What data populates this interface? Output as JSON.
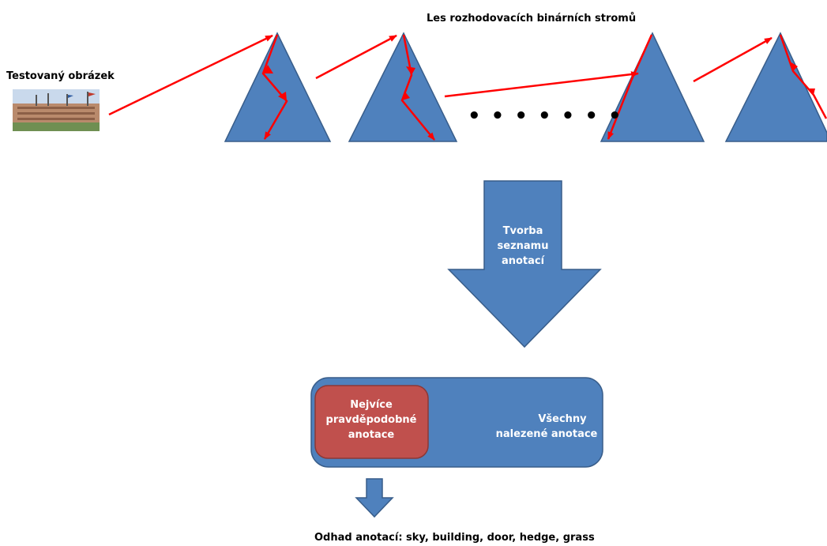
{
  "title": "Les rozhodovacích binárních stromů",
  "test_image_label": "Testovaný obrázek",
  "ellipsis": "• • • • • • •",
  "big_arrow": {
    "line1": "Tvorba",
    "line2": "seznamu",
    "line3": "anotací"
  },
  "result_box": {
    "likely_line1": "Nejvíce",
    "likely_line2": "pravděpodobné",
    "likely_line3": "anotace",
    "all_line1": "Všechny",
    "all_line2": "nalezené anotace"
  },
  "output_text": "Odhad anotací: sky, building, door, hedge, grass",
  "colors": {
    "shape_fill": "#4f81bd",
    "shape_stroke": "#385d8a",
    "likely_fill": "#c0504d",
    "likely_stroke": "#8c3836",
    "path_red": "#ff0000"
  }
}
